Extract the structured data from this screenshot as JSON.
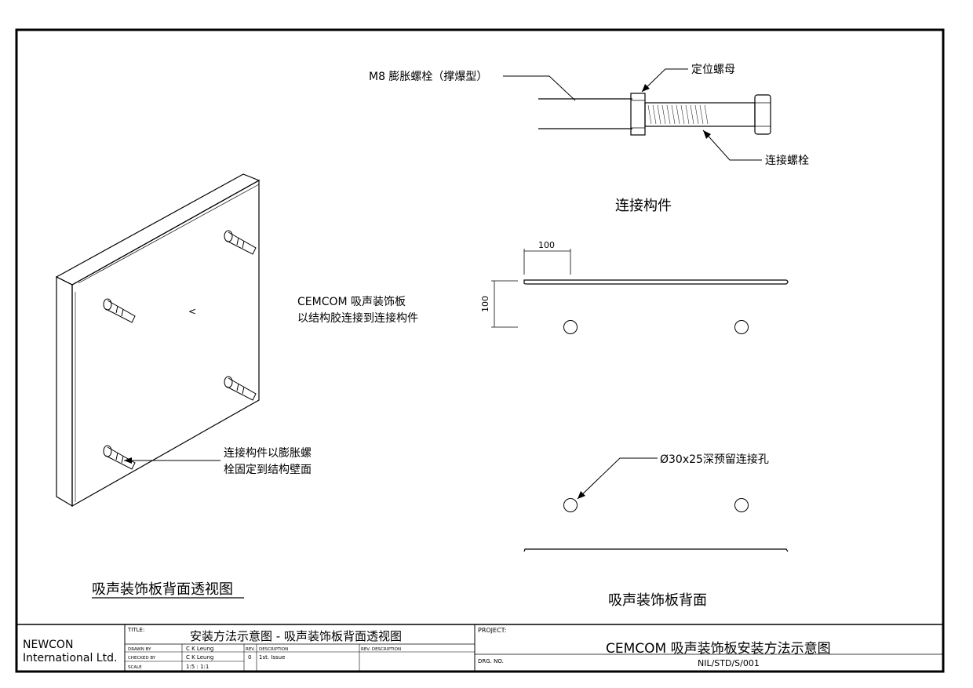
{
  "drawing": {
    "bolt_label": "M8 膨胀螺栓（撑爆型）",
    "nut_label": "定位螺母",
    "connector_bolt_label": "连接螺栓",
    "connector_caption": "连接构件",
    "panel_note_line1": "CEMCOM 吸声装饰板",
    "panel_note_line2": "以结构胶连接到连接构件",
    "wall_note_line1": "连接构件以膨胀螺",
    "wall_note_line2": "栓固定到结构壁面",
    "perspective_caption": "吸声装饰板背面透视图",
    "back_caption": "吸声装饰板背面",
    "dim_horizontal": "100",
    "dim_vertical": "100",
    "hole_note": "Ø30x25深预留连接孔",
    "arrow_mark": "<"
  },
  "title_block": {
    "company_line1": "NEWCON",
    "company_line2": "International Ltd.",
    "title_label": "TITLE:",
    "title": "安装方法示意图 - 吸声装饰板背面透视图",
    "drawn_by_label": "DRAWN BY",
    "drawn_by": "C K Leung",
    "checked_by_label": "CHECKED BY",
    "checked_by": "C K Leung",
    "scale_label": "SCALE",
    "scale": "1:5 : 1:1",
    "rev_label": "REV.",
    "rev": "0",
    "description_label": "DESCRIPTION",
    "description": "1st. Issue",
    "rev_description_label": "REV. DESCRIPTION",
    "project_label": "PROJECT:",
    "project": "CEMCOM 吸声装饰板安装方法示意图",
    "drg_no_label": "DRG. NO.",
    "drg_no": "NIL/STD/S/001"
  }
}
